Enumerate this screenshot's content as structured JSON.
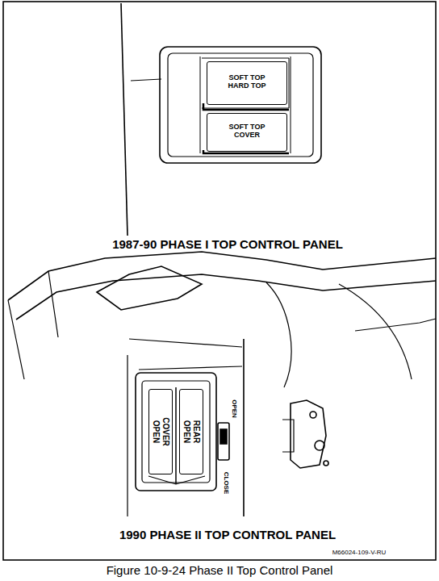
{
  "diagram": {
    "caption": "Figure 10-9-24 Phase II Top Control Panel",
    "nodes": [
      {
        "text": [
          "SOFT TOP HARD TOP"
        ]
      },
      {
        "text": [
          "SOFT TOP COVER"
        ]
      },
      {
        "text": [
          "COVER OPEN"
        ]
      },
      {
        "text": [
          "REAR OPEN"
        ]
      }
    ],
    "labels": [
      "1987-90 PHASE I TOP CONTROL PANEL",
      "OPEN",
      "CLOSE",
      "1990 PHASE II TOP CONTROL PANEL",
      "M66024-109-V-RU"
    ]
  }
}
